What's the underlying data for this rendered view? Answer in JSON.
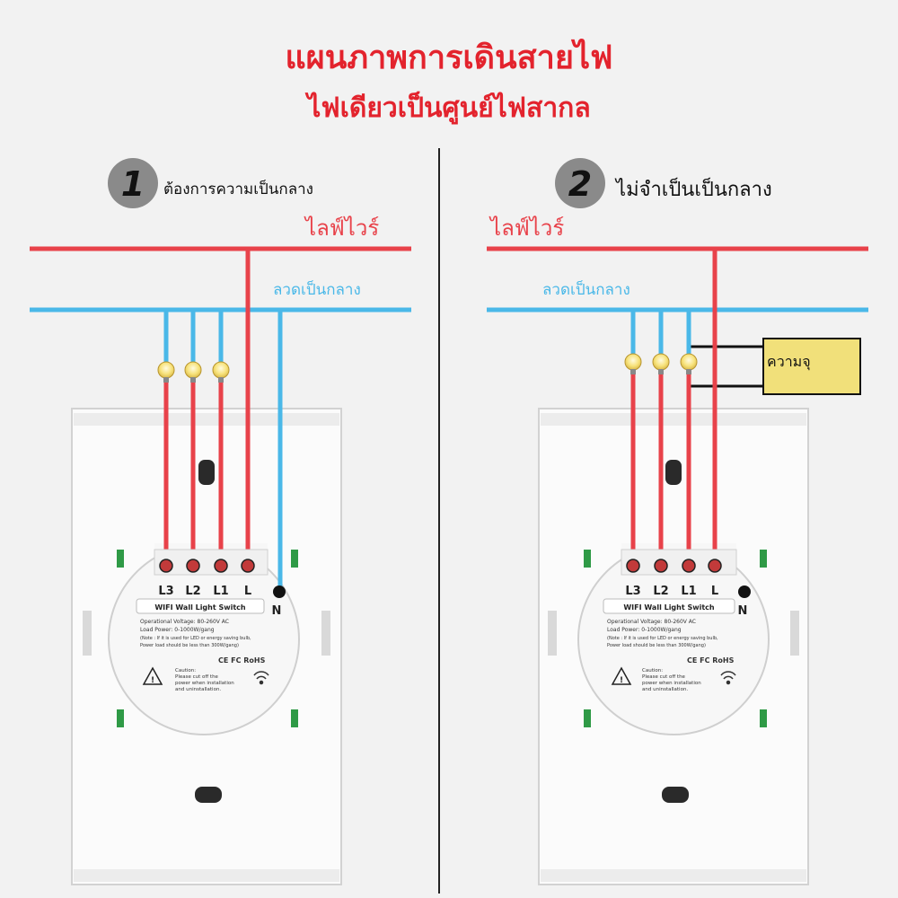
{
  "header": {
    "title": "แผนภาพการเดินสายไฟ",
    "subtitle": "ไฟเดียวเป็นศูนย์ไฟสากล"
  },
  "left_panel": {
    "number": "1",
    "caption": "ต้องการความเป็นกลาง",
    "live_label": "ไลฟ์ไวร์",
    "neutral_label": "ลวดเป็นกลาง"
  },
  "right_panel": {
    "number": "2",
    "caption": "ไม่จำเป็นเป็นกลาง",
    "live_label": "ไลฟ์ไวร์",
    "neutral_label": "ลวดเป็นกลาง",
    "capacitor_label": "ความจุ"
  },
  "device": {
    "terminals": [
      "L3",
      "L2",
      "L1",
      "L"
    ],
    "neutral_terminal": "N",
    "name": "WIFI Wall Light Switch",
    "spec_voltage": "Operational Voltage: 80-260V AC",
    "spec_load": "Load Power: 0-1000W/gang",
    "spec_note_1": "(Note : If it is used for LED or energy saving bulb,",
    "spec_note_2": "Power load should be less than 300W/gang)",
    "marks": "CE FC RoHS",
    "caution_title": "Caution:",
    "caution_1": "Please cut off the",
    "caution_2": "power when installation",
    "caution_3": "and uninstallation."
  },
  "colors": {
    "live": "#e8424a",
    "neutral": "#4ab8e8",
    "title_red": "#e3232d",
    "capacitor_fill": "#f1e07a"
  }
}
